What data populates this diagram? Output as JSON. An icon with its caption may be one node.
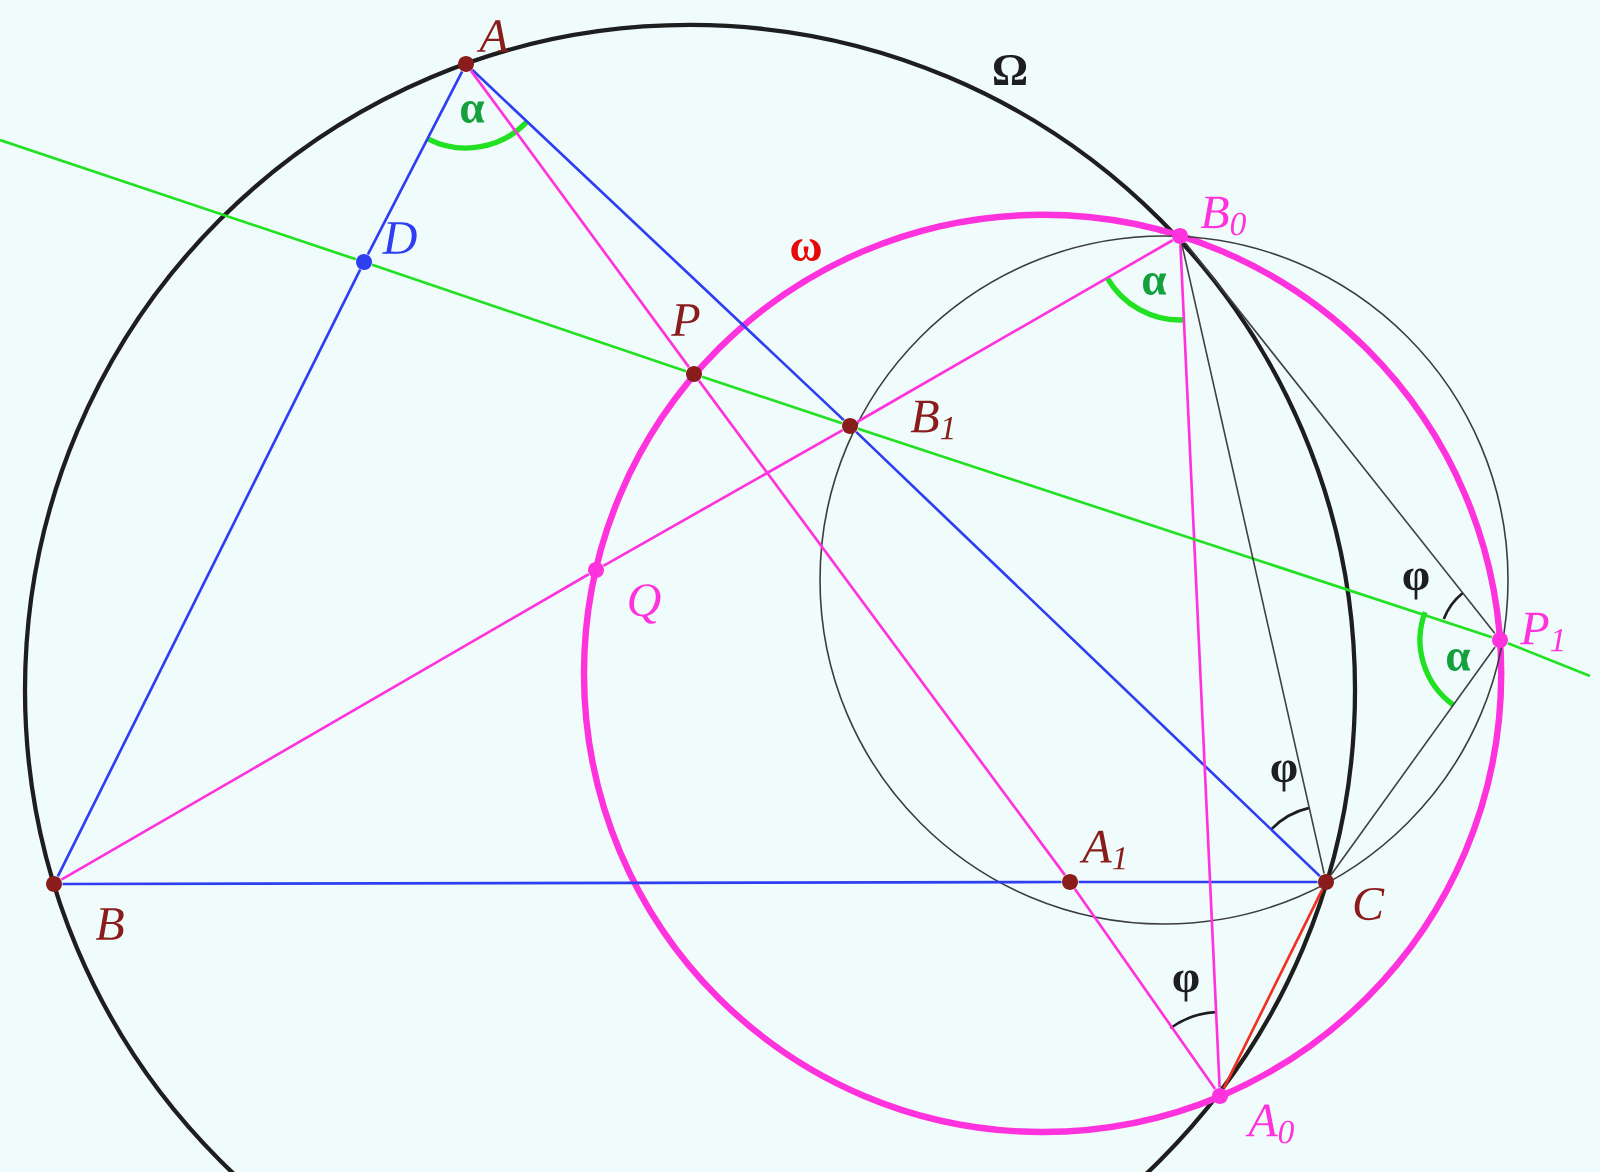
{
  "diagram": {
    "nodes": [
      {
        "text": [
          "A"
        ]
      },
      {
        "text": [
          "B"
        ]
      },
      {
        "text": [
          "C"
        ]
      },
      {
        "text": [
          "D"
        ]
      },
      {
        "text": [
          "P"
        ]
      },
      {
        "text": [
          "Q"
        ]
      },
      {
        "text": [
          "B$_{0}$"
        ]
      },
      {
        "text": [
          "B$_{1}$"
        ]
      },
      {
        "text": [
          "A$_{1}$"
        ]
      },
      {
        "text": [
          "A$_{0}$"
        ]
      },
      {
        "text": [
          "P$_{1}$"
        ]
      }
    ],
    "edges": [
      {
        "from": 0,
        "to": 3,
        "arrow": "none",
        "color": "#2e3ef0"
      },
      {
        "from": 3,
        "to": 1,
        "arrow": "none",
        "color": "#2e3ef0"
      },
      {
        "from": 1,
        "to": 8,
        "arrow": "none",
        "color": "#2e3ef0"
      },
      {
        "from": 8,
        "to": 2,
        "arrow": "none",
        "color": "#2e3ef0"
      },
      {
        "from": 0,
        "to": 7,
        "arrow": "none",
        "color": "#2e3ef0"
      },
      {
        "from": 7,
        "to": 2,
        "arrow": "none",
        "color": "#2e3ef0"
      },
      {
        "from": 0,
        "to": 4,
        "arrow": "none"
      },
      {
        "from": 4,
        "to": 8,
        "arrow": "none"
      },
      {
        "from": 8,
        "to": 9,
        "arrow": "none"
      },
      {
        "from": 1,
        "to": 5,
        "arrow": "none"
      },
      {
        "from": 5,
        "to": 7,
        "arrow": "none"
      },
      {
        "from": 7,
        "to": 6,
        "arrow": "none"
      },
      {
        "from": 6,
        "to": 9,
        "arrow": "none"
      },
      {
        "from": 2,
        "to": 9,
        "arrow": "none",
        "color": "#f03020"
      },
      {
        "from": null,
        "to": 3,
        "arrow": "none",
        "color": "#22e022"
      },
      {
        "from": 3,
        "to": 4,
        "arrow": "none",
        "color": "#22e022"
      },
      {
        "from": 4,
        "to": 7,
        "arrow": "none",
        "color": "#22e022"
      },
      {
        "from": 7,
        "to": 10,
        "arrow": "none",
        "color": "#22e022"
      },
      {
        "from": 10,
        "to": null,
        "arrow": "none",
        "color": "#22e022"
      },
      {
        "from": 6,
        "to": 2,
        "arrow": "none",
        "color": "#404040"
      },
      {
        "from": 6,
        "to": 10,
        "arrow": "none",
        "color": "#404040"
      },
      {
        "from": 10,
        "to": 2,
        "arrow": "none",
        "color": "#404040"
      }
    ],
    "labels": [
      "Ω",
      "ω",
      "α",
      "α",
      "α",
      "φ",
      "φ",
      "φ"
    ]
  }
}
